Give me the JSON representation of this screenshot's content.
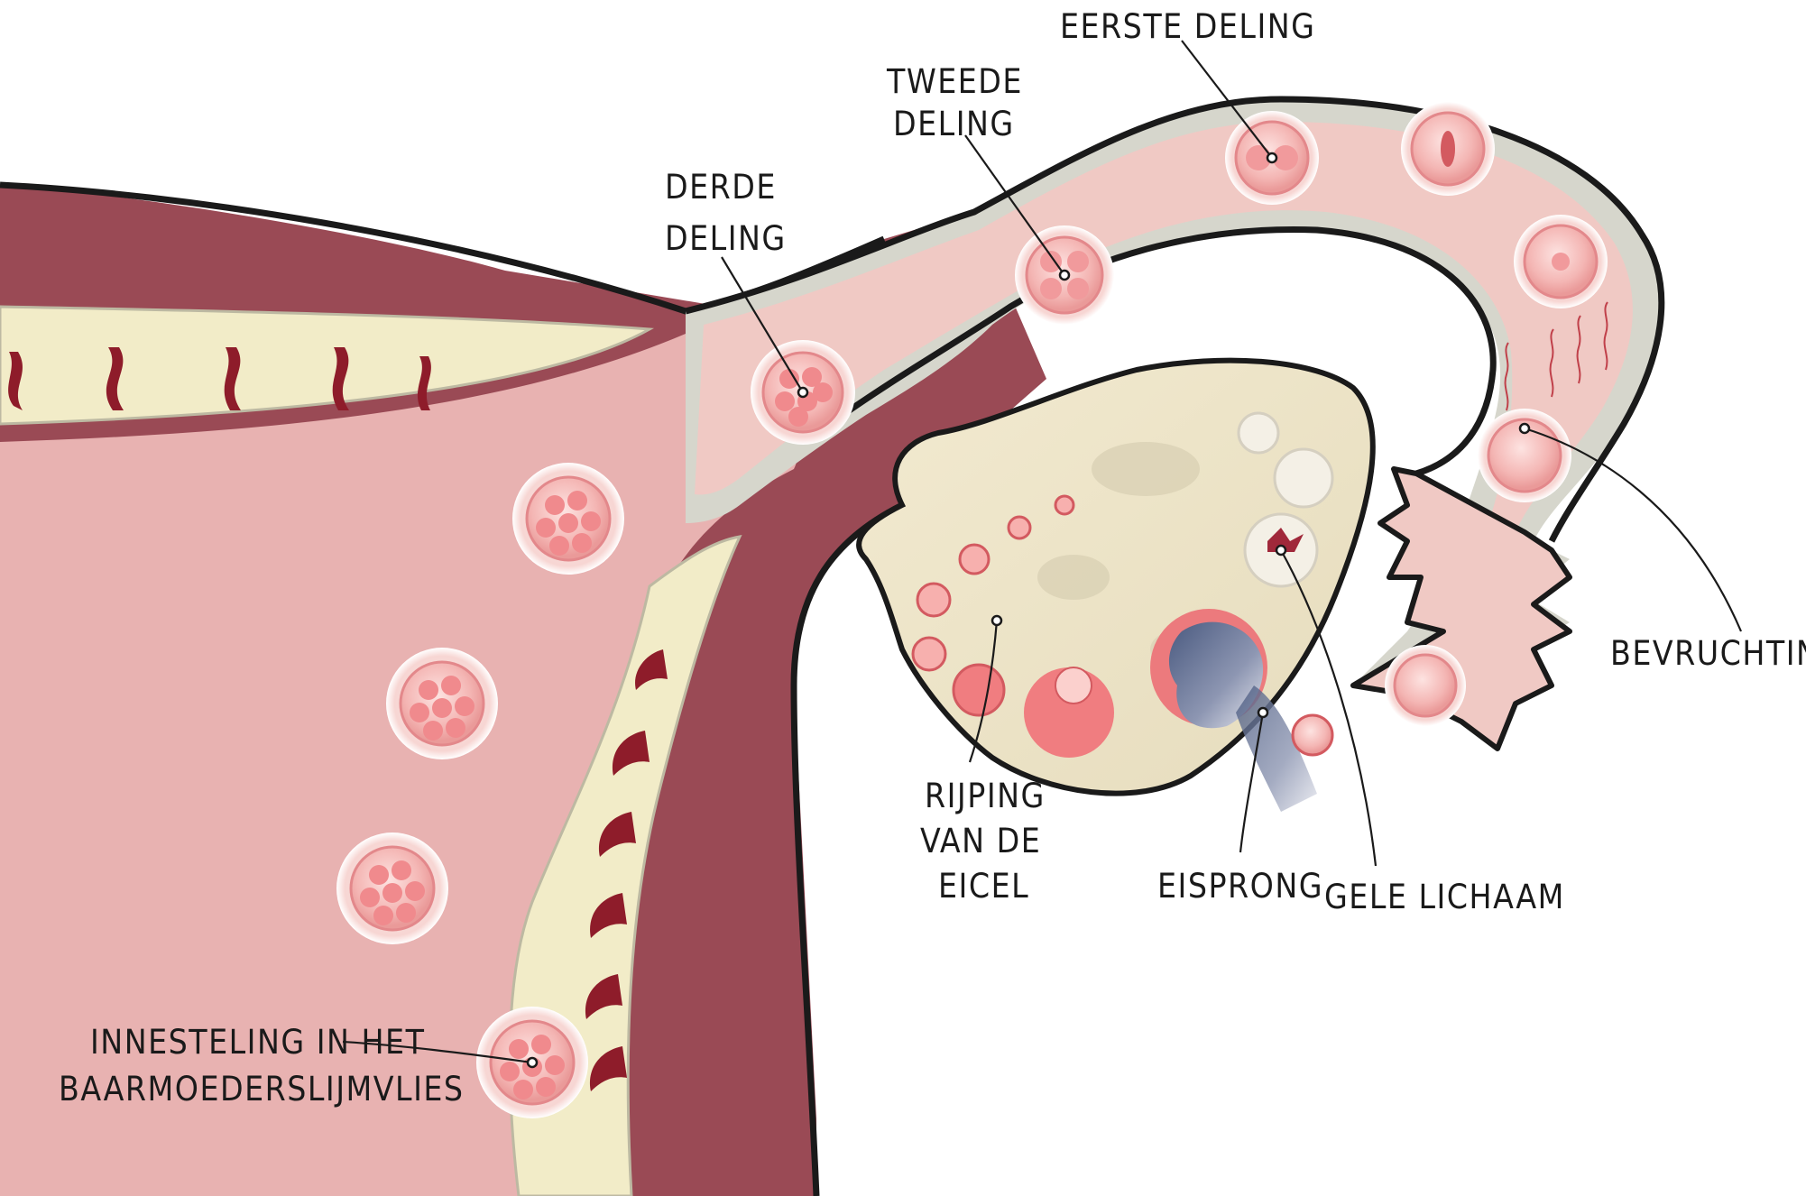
{
  "colors": {
    "muscle": "#9a4a55",
    "lumen": "#e8b2b1",
    "tube": "#f0c9c4",
    "lining": "#d6d6cc",
    "endometrium": "#f2ecc8",
    "glands": "#8e1c2a",
    "ovary": "#ece3c6",
    "outline": "#1a1a1a"
  },
  "labels": {
    "eerste_deling": [
      "EERSTE DELING"
    ],
    "tweede_deling": [
      "TWEEDE",
      "DELING"
    ],
    "derde_deling": [
      "DERDE",
      "DELING"
    ],
    "bevruchting": [
      "BEVRUCHTING"
    ],
    "rijping": [
      "RIJPING",
      "VAN DE",
      "EICEL"
    ],
    "eisprong": [
      "EISPRONG"
    ],
    "gele_lichaam": [
      "GELE LICHAAM"
    ],
    "innesteling": [
      "INNESTELING IN HET",
      "BAARMOEDERSLIJMVLIES"
    ]
  }
}
